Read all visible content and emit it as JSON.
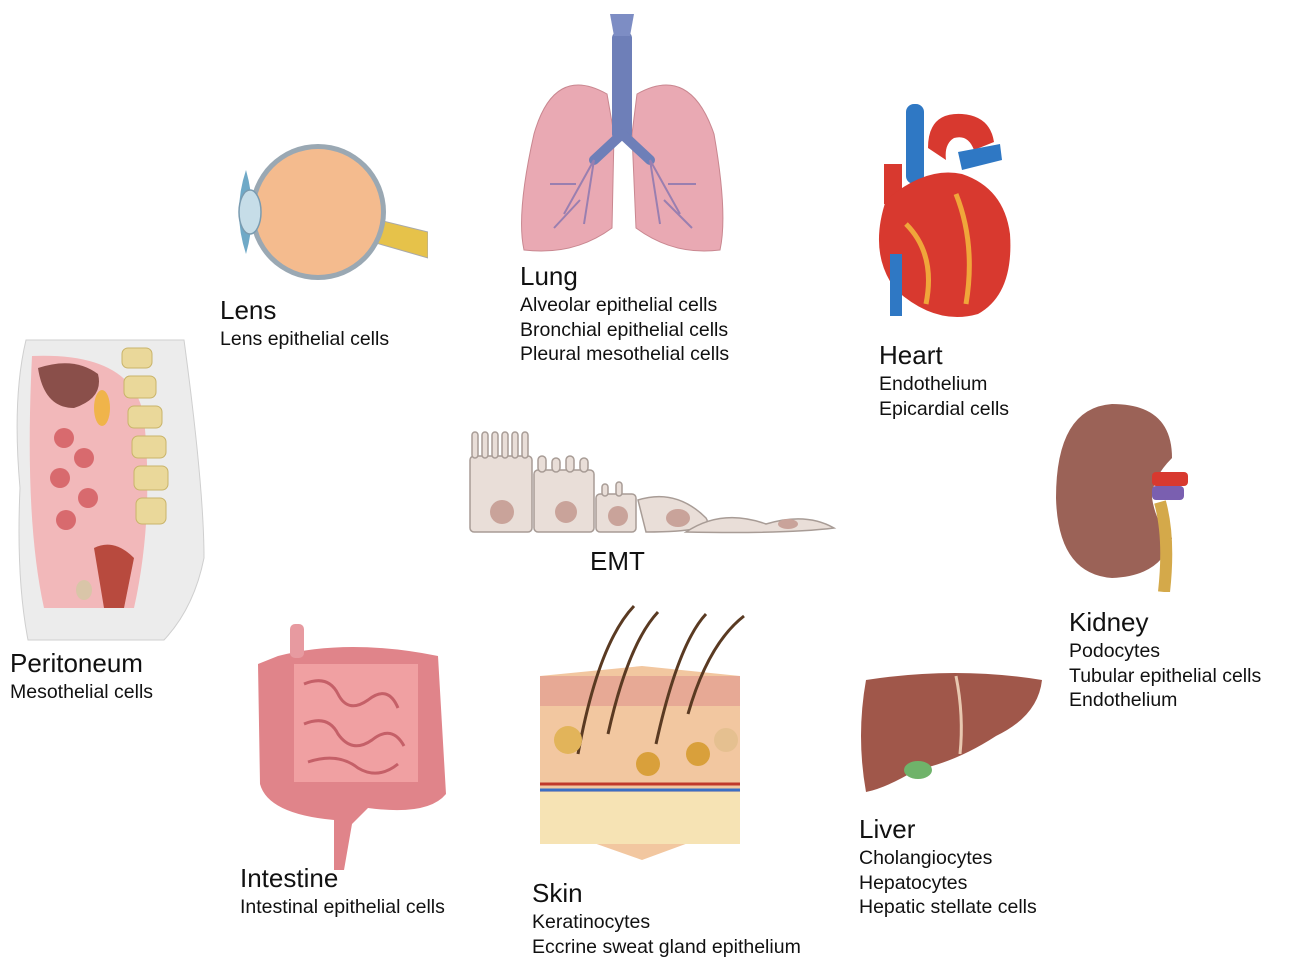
{
  "center": {
    "label": "EMT"
  },
  "organs": {
    "lens": {
      "title": "Lens",
      "cells": [
        "Lens epithelial cells"
      ]
    },
    "lung": {
      "title": "Lung",
      "cells": [
        "Alveolar epithelial cells",
        "Bronchial epithelial cells",
        "Pleural mesothelial cells"
      ]
    },
    "heart": {
      "title": "Heart",
      "cells": [
        "Endothelium",
        "Epicardial cells"
      ]
    },
    "kidney": {
      "title": "Kidney",
      "cells": [
        "Podocytes",
        "Tubular epithelial cells",
        "Endothelium"
      ]
    },
    "liver": {
      "title": "Liver",
      "cells": [
        "Cholangiocytes",
        "Hepatocytes",
        "Hepatic stellate cells"
      ]
    },
    "skin": {
      "title": "Skin",
      "cells": [
        "Keratinocytes",
        "Eccrine sweat gland epithelium"
      ]
    },
    "intestine": {
      "title": "Intestine",
      "cells": [
        "Intestinal epithelial cells"
      ]
    },
    "peritoneum": {
      "title": "Peritoneum",
      "cells": [
        "Mesothelial cells"
      ]
    }
  },
  "icons": {
    "eye": "eye-icon",
    "lungs": "lungs-icon",
    "heart": "heart-icon",
    "kidney": "kidney-icon",
    "liver": "liver-icon",
    "skin": "skin-icon",
    "intestine": "intestine-icon",
    "peritoneum": "peritoneum-icon",
    "emt": "emt-cells-icon"
  },
  "colors": {
    "lung": "#e9a9b3",
    "heart": "#d8392f",
    "kidney": "#9b6257",
    "liver": "#a0574a",
    "skin": "#f2c7a0",
    "intestine": "#e0848a",
    "lens": "#f4bb8e"
  }
}
